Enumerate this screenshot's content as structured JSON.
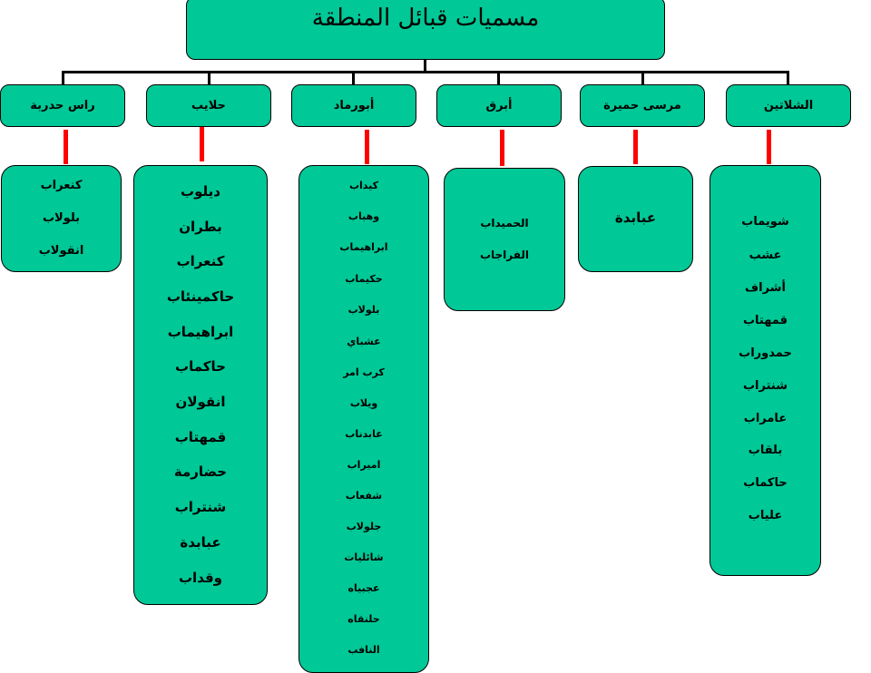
{
  "title": "مسميات قبائل المنطقة",
  "colors": {
    "box_fill": "#00c896",
    "connector": "#000000",
    "link": "#ff0000"
  },
  "areas": [
    {
      "label": "راس حدربة",
      "tribes": [
        "كنعراب",
        "بلولاب",
        "انقولاب"
      ]
    },
    {
      "label": "حلايب",
      "tribes": [
        "ديلوب",
        "بطران",
        "كنعراب",
        "حاكمينئاب",
        "ابراهيماب",
        "حاكماب",
        "انقولان",
        "قمهتاب",
        "حضارمة",
        "شنتراب",
        "عبابدة",
        "وقداب"
      ]
    },
    {
      "label": "أبورماد",
      "tribes": [
        "كيداب",
        "وهباب",
        "ابراهيماب",
        "حكيماب",
        "بلولاب",
        "عشباي",
        "كرب امر",
        "ويلاب",
        "عابدناب",
        "اميراب",
        "شفعاب",
        "جلولاب",
        "شائليات",
        "عجبياه",
        "حلنقاه",
        "النافب"
      ]
    },
    {
      "label": "أبرق",
      "tribes": [
        "الحميداب",
        "الفراجاب"
      ]
    },
    {
      "label": "مرسى حميرة",
      "tribes": [
        "عبابدة"
      ]
    },
    {
      "label": "الشلاتين",
      "tribes": [
        "شويماب",
        "عشب",
        "أشراف",
        "قمهتاب",
        "حمدوراب",
        "شنتراب",
        "عامراب",
        "بلقاب",
        "حاكماب",
        "علياب"
      ]
    }
  ]
}
